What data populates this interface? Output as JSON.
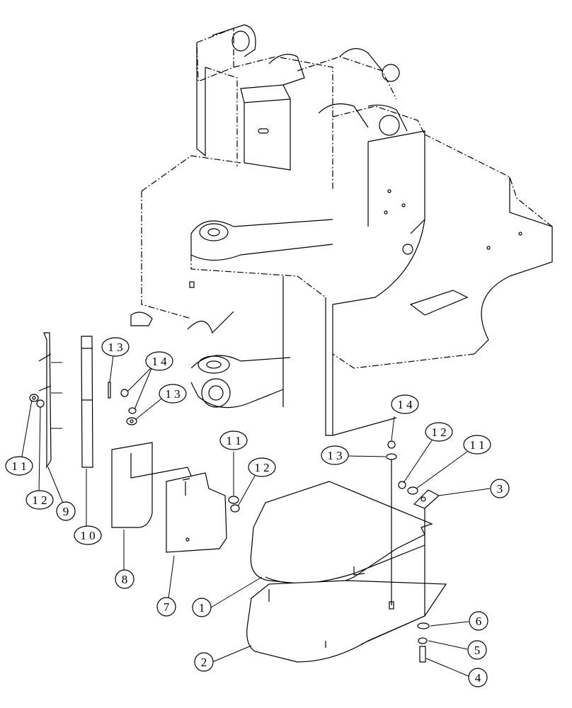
{
  "callouts": [
    {
      "id": "c1",
      "text": "1"
    },
    {
      "id": "c2",
      "text": "2"
    },
    {
      "id": "c3",
      "text": "3"
    },
    {
      "id": "c4",
      "text": "4"
    },
    {
      "id": "c5",
      "text": "5"
    },
    {
      "id": "c6",
      "text": "6"
    },
    {
      "id": "c7",
      "text": "7"
    },
    {
      "id": "c8",
      "text": "8"
    },
    {
      "id": "c9",
      "text": "9"
    },
    {
      "id": "c10",
      "text": "1 0"
    },
    {
      "id": "c11a",
      "text": "1 1"
    },
    {
      "id": "c12a",
      "text": "1 2"
    },
    {
      "id": "c13a",
      "text": "1 3"
    },
    {
      "id": "c14a",
      "text": "1 4"
    },
    {
      "id": "c13b",
      "text": "1 3"
    },
    {
      "id": "c11b",
      "text": "1 1"
    },
    {
      "id": "c12b",
      "text": "1 2"
    },
    {
      "id": "c14b",
      "text": "1 4"
    },
    {
      "id": "c13c",
      "text": "1 3"
    },
    {
      "id": "c12c",
      "text": "1 2"
    },
    {
      "id": "c11c",
      "text": "1 1"
    }
  ]
}
